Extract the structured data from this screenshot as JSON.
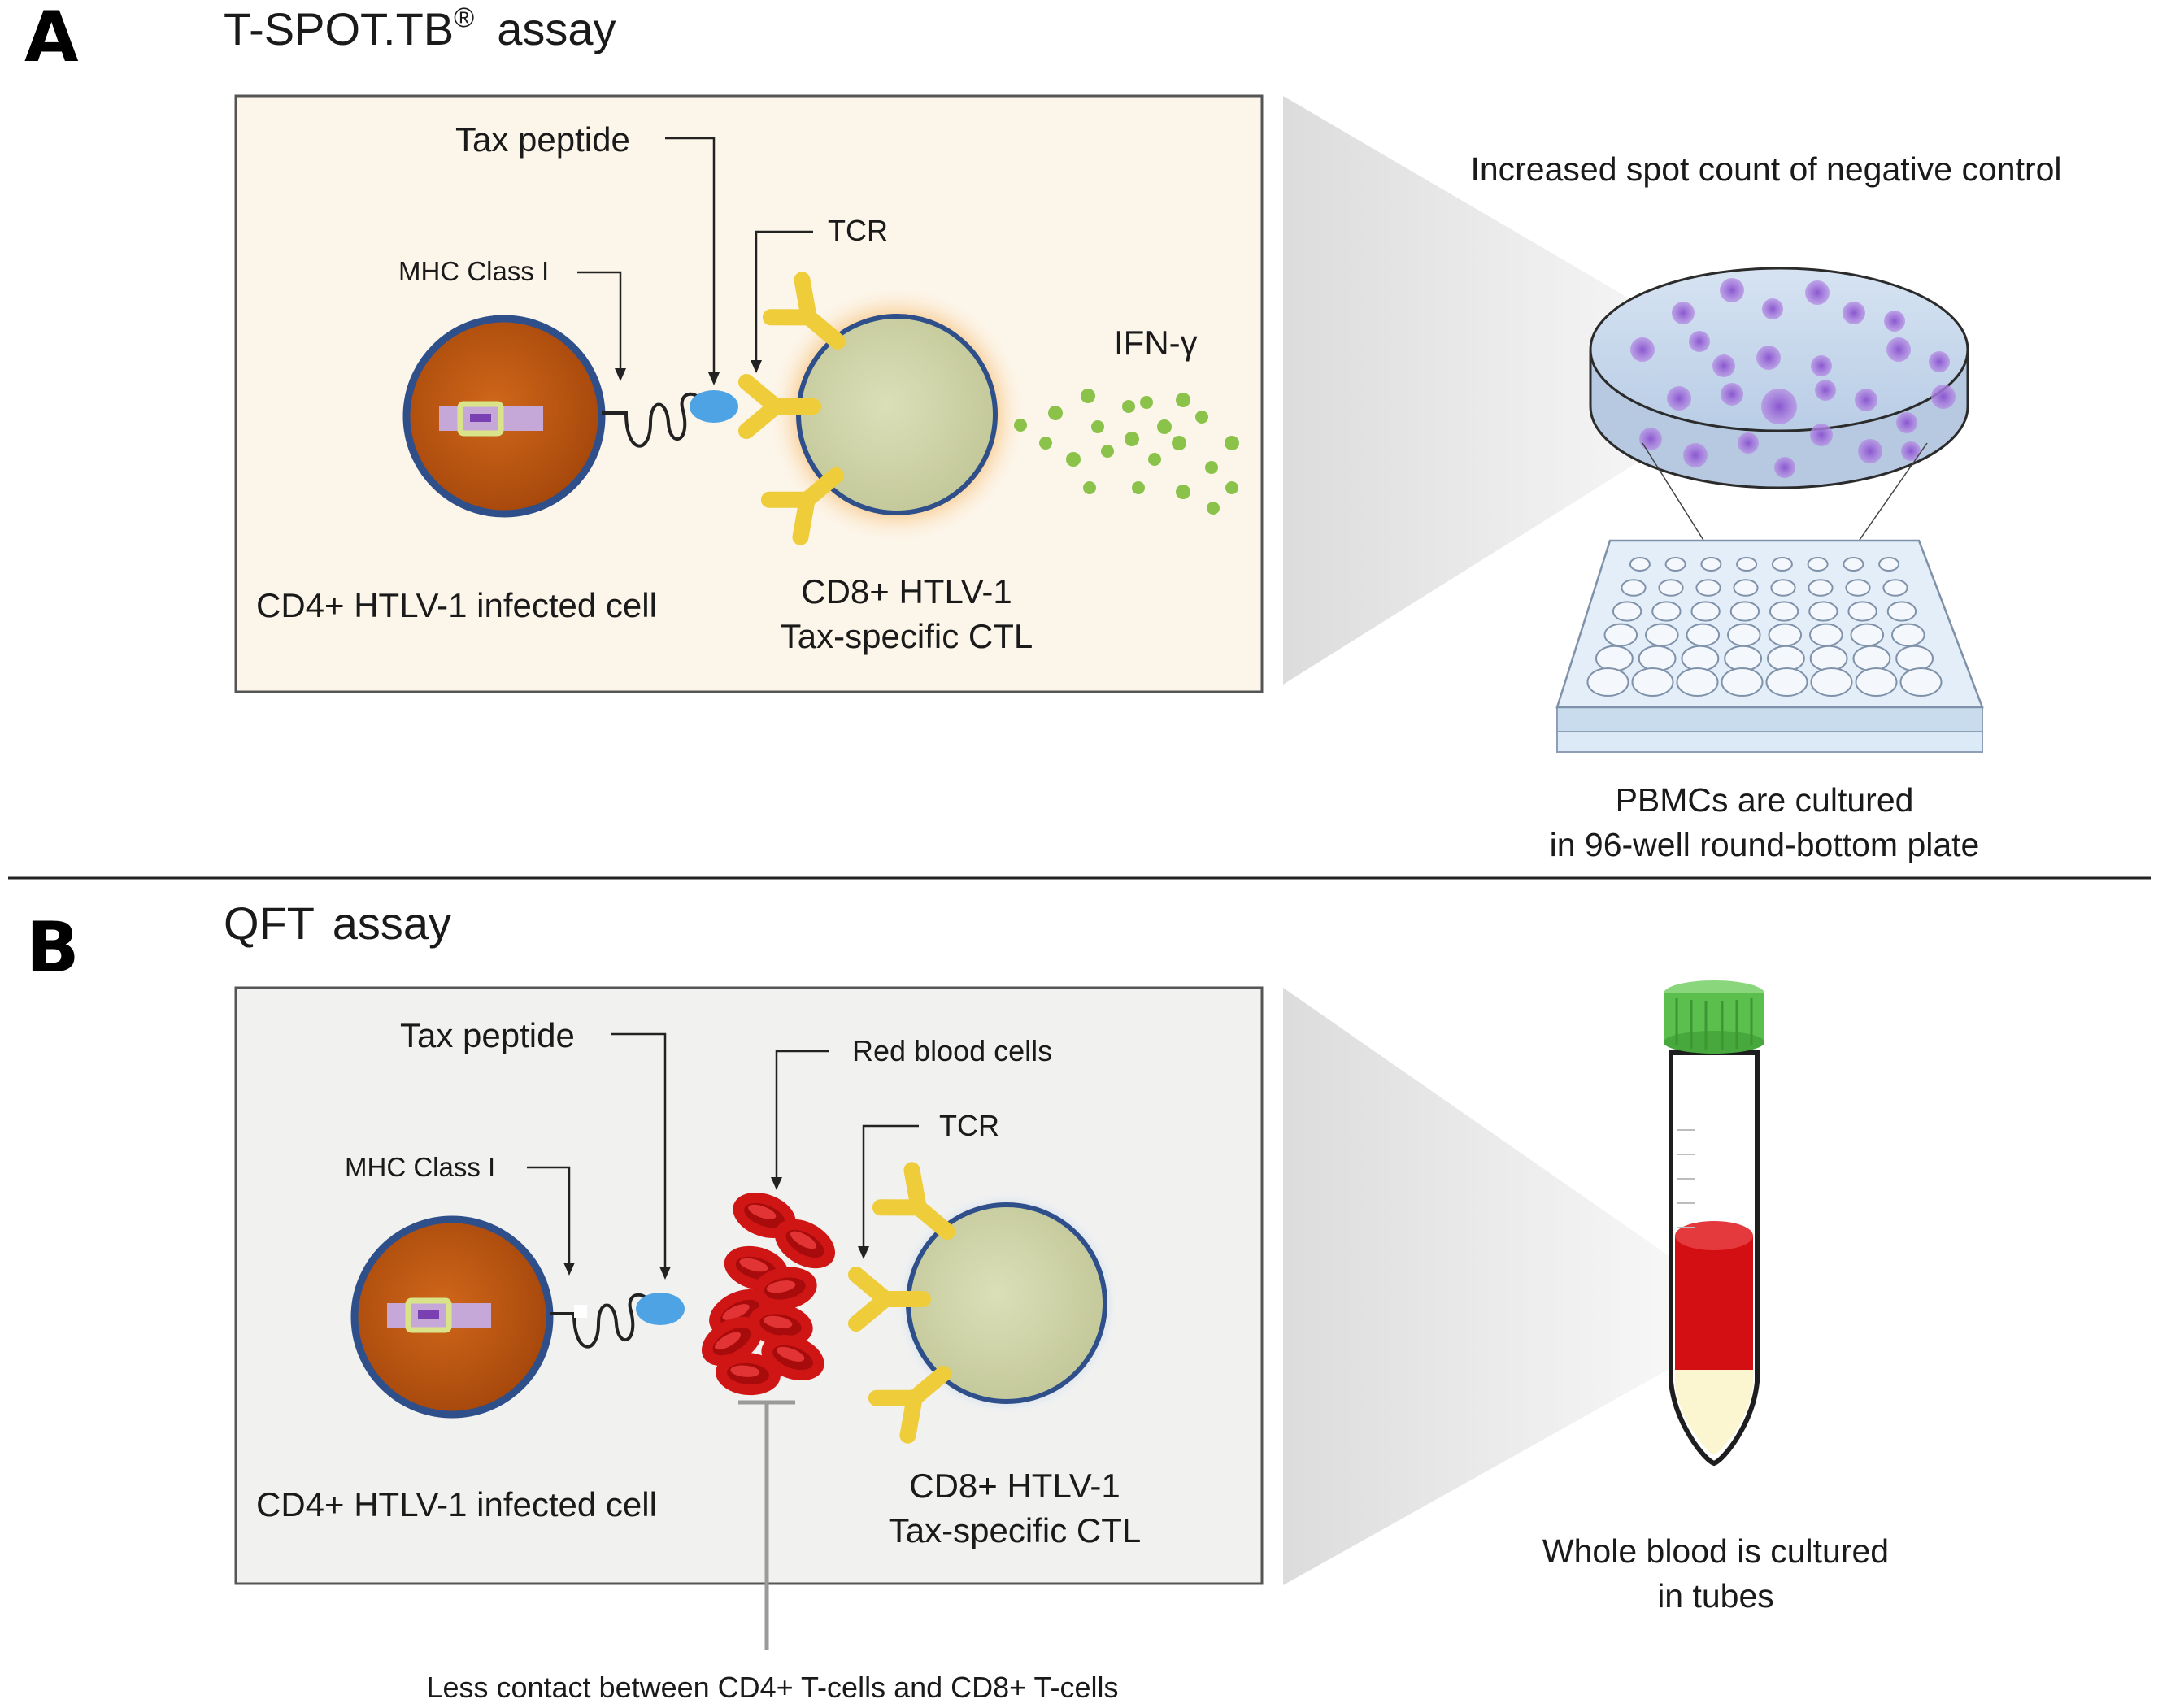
{
  "panel_a": {
    "letter": "A",
    "title": "T-SPOT.TB",
    "title_sup": "®",
    "title_suffix": "assay",
    "labels": {
      "tax_peptide": "Tax peptide",
      "mhc": "MHC Class I",
      "tcr": "TCR",
      "ifn": "IFN-γ",
      "cd4_cell": "CD4+ HTLV-1 infected cell",
      "cd8_line1": "CD8+ HTLV-1",
      "cd8_line2": "Tax-specific CTL"
    },
    "dish_caption": "Increased spot count of negative control",
    "plate_caption_line1": "PBMCs are cultured",
    "plate_caption_line2": "in 96-well round-bottom plate"
  },
  "panel_b": {
    "letter": "B",
    "title": "QFT",
    "title_suffix": "assay",
    "labels": {
      "tax_peptide": "Tax peptide",
      "mhc": "MHC Class I",
      "tcr": "TCR",
      "rbc": "Red blood cells",
      "cd4_cell": "CD4+ HTLV-1 infected cell",
      "cd8_line1": "CD8+ HTLV-1",
      "cd8_line2": "Tax-specific CTL",
      "contact_note": "Less contact between CD4+ T-cells and CD8+ T-cells"
    },
    "tube_caption_line1": "Whole blood is cultured",
    "tube_caption_line2": "in  tubes"
  },
  "colors": {
    "panel_a_bg": "#fcf5e9",
    "panel_b_bg": "#f1f1f0",
    "infected_cell": "#b9540f",
    "cell_border": "#2f4f8a",
    "ctl_cell": "#cfd3a8",
    "tcr": "#efcc3a",
    "peptide": "#4ea3e4",
    "ifn_dot": "#8bc34a",
    "spot": "#9b6fd6",
    "rbc": "#d01515",
    "tube_cap": "#5bbf4e",
    "blood": "#d40f14"
  }
}
